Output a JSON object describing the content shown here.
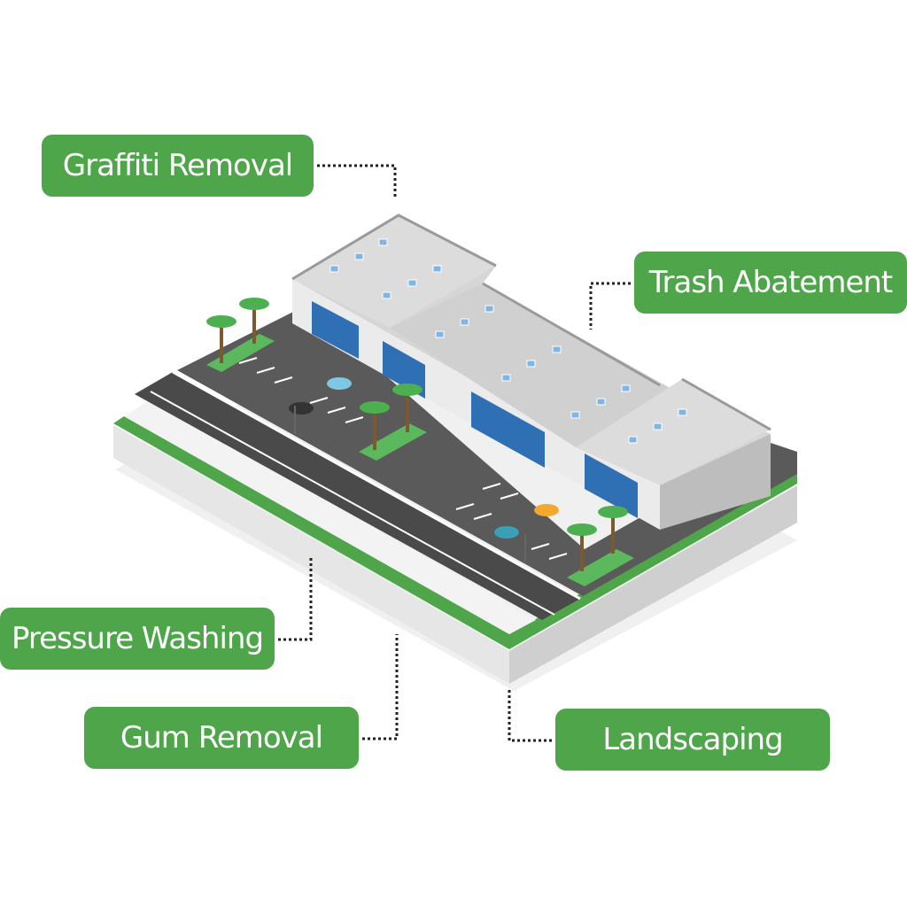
{
  "labels": {
    "graffiti": "Graffiti Removal",
    "trash": "Trash Abatement",
    "pressure": "Pressure Washing",
    "gum": "Gum Removal",
    "landscaping": "Landscaping"
  },
  "colors": {
    "label_green": "#4fa64a",
    "label_text": "#ffffff",
    "leader_line": "#222222",
    "grass": "#4fa64a",
    "asphalt": "#575757",
    "roof": "#d9d9d9",
    "glass": "#2f6fb3"
  },
  "illustration": {
    "subject": "isometric strip mall",
    "icons": [
      "strip-mall-building-icon",
      "palm-tree-icon",
      "car-icon",
      "parking-lot-icon",
      "grass-strip-icon"
    ]
  }
}
